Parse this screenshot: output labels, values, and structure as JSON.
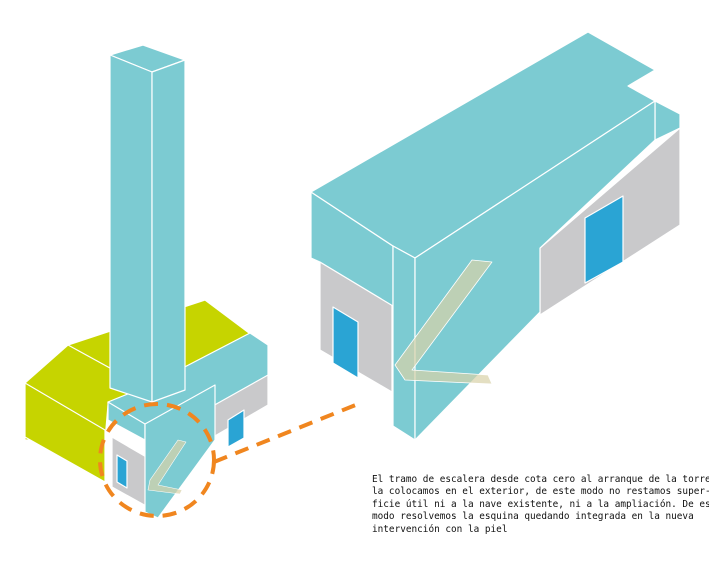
{
  "caption": {
    "lines": [
      "El tramo de escalera desde cota cero al arranque de la torre,",
      "la colocamos en el exterior, de este modo no restamos super-",
      "ficie  útil ni a la nave existente,  ni a la ampliación. De este",
      "modo resolvemos la esquina quedando integrada en la nueva",
      "intervención con la piel"
    ]
  },
  "colors": {
    "skin": "#7ccbd2",
    "wall": "#c9c9cb",
    "existing": "#c6d400",
    "door": "#2aa4d4",
    "highlight": "#f0861f",
    "stair": "#d8d2a8"
  }
}
